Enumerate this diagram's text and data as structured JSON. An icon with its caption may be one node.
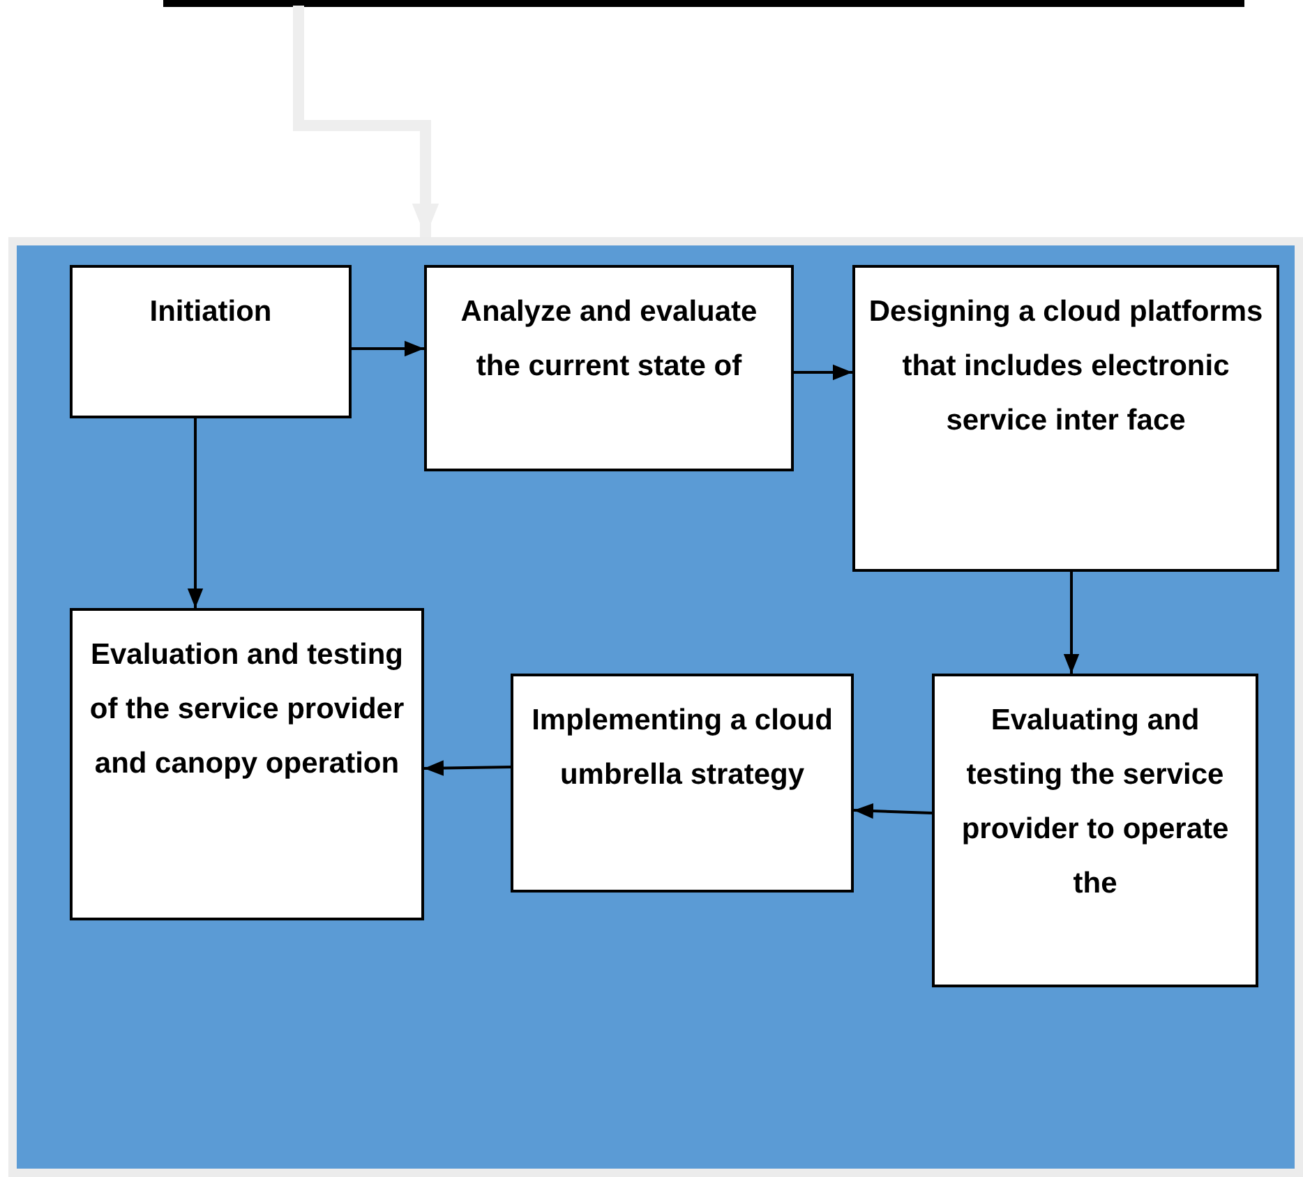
{
  "diagram": {
    "nodes": [
      {
        "text": [],
        "shape": "box"
      },
      {
        "text": [
          "Initiation"
        ],
        "in": 0
      },
      {
        "text": [
          "Analyze and evaluate the current state of"
        ],
        "in": 0
      },
      {
        "text": [
          "Designing a cloud platforms that includes electronic service inter face"
        ],
        "in": 0
      },
      {
        "text": [
          "Evaluation and testing of the service provider and canopy operation"
        ],
        "in": 0
      },
      {
        "text": [
          "Implementing a cloud umbrella strategy"
        ],
        "in": 0
      },
      {
        "text": [
          "Evaluating and testing the service provider to operate the"
        ],
        "in": 0
      }
    ],
    "edges": [
      {
        "from": null,
        "to": 0,
        "arrow": "to",
        "style": "thick",
        "color": "#eeeeee"
      },
      {
        "from": 1,
        "to": 2,
        "arrow": "to"
      },
      {
        "from": 2,
        "to": 3,
        "arrow": "to"
      },
      {
        "from": 1,
        "to": 4,
        "arrow": "to"
      },
      {
        "from": 3,
        "to": 6,
        "arrow": "to"
      },
      {
        "from": 6,
        "to": 5,
        "arrow": "to"
      },
      {
        "from": 5,
        "to": 4,
        "arrow": "to"
      }
    ]
  }
}
